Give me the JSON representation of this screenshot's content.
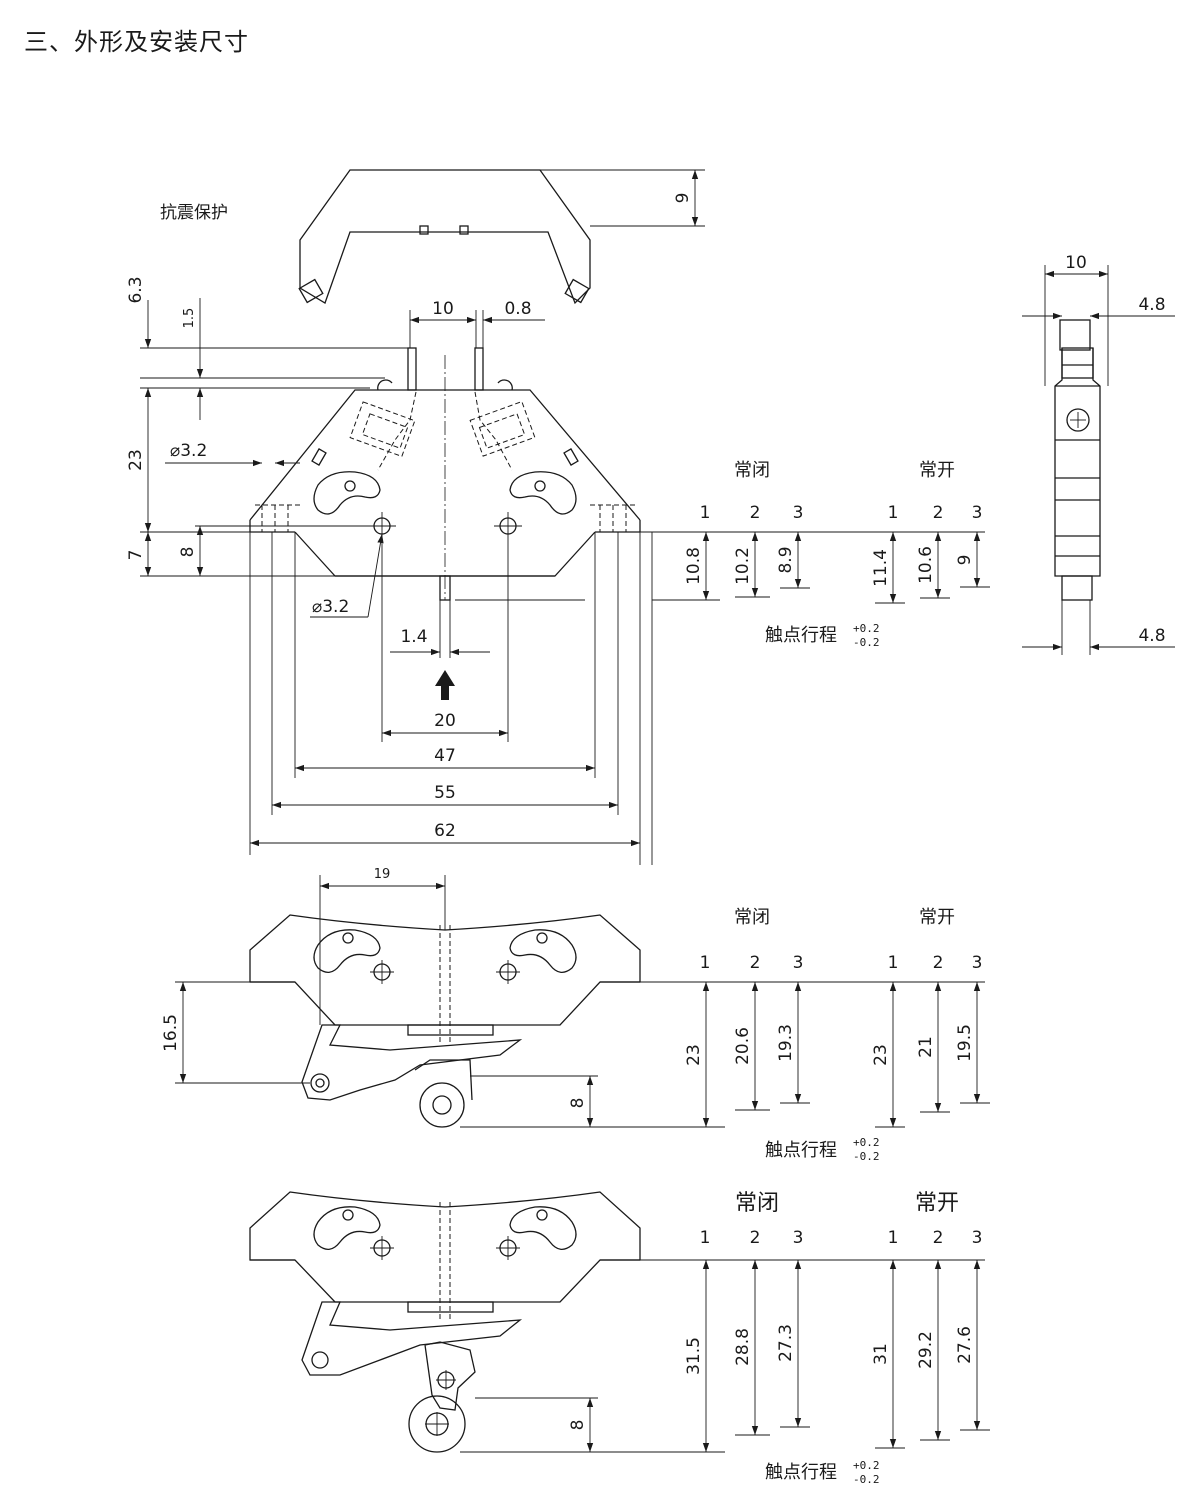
{
  "heading": "三、外形及安装尺寸",
  "shock_label": "抗震保护",
  "normally_closed": "常闭",
  "normally_open": "常开",
  "terminals_nc": [
    "1",
    "2",
    "3"
  ],
  "terminals_no": [
    "1",
    "2",
    "3"
  ],
  "travel_label": "触点行程",
  "tolerance_plus": "+0.2",
  "tolerance_minus": "-0.2",
  "top_view": {
    "dim_9": "9",
    "dim_6_3": "6.3",
    "dim_1_5": "1.5",
    "dim_23": "23",
    "dim_7": "7",
    "dim_8": "8",
    "dim_10": "10",
    "dim_0_8": "0.8",
    "dia_hole_1": "⌀3.2",
    "dia_hole_2": "⌀3.2",
    "dim_1_4": "1.4",
    "dim_20": "20",
    "dim_47": "47",
    "dim_55": "55",
    "dim_62": "62",
    "nc_values": [
      "10.8",
      "10.2",
      "8.9"
    ],
    "no_values": [
      "11.4",
      "10.6",
      "9"
    ]
  },
  "side_view": {
    "dim_10": "10",
    "dim_4_8_top": "4.8",
    "dim_4_8_bottom": "4.8"
  },
  "lever_view": {
    "dim_19": "19",
    "dim_16_5": "16.5",
    "dim_8": "8",
    "nc_values": [
      "23",
      "20.6",
      "19.3"
    ],
    "no_values": [
      "23",
      "21",
      "19.5"
    ]
  },
  "roller_view": {
    "dim_8": "8",
    "nc_values": [
      "31.5",
      "28.8",
      "27.3"
    ],
    "no_values": [
      "31",
      "29.2",
      "27.6"
    ]
  }
}
